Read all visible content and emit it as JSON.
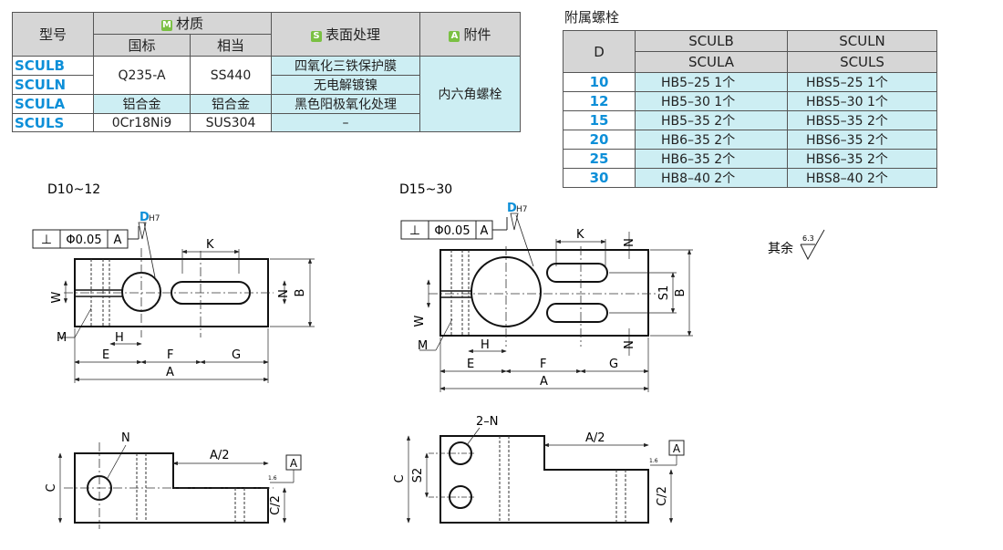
{
  "material_table": {
    "headers": {
      "model": "型号",
      "material": "材质",
      "material_badge": "M",
      "standard": "国标",
      "equivalent": "相当",
      "surface": "表面处理",
      "surface_badge": "S",
      "accessory": "附件",
      "accessory_badge": "A"
    },
    "rows": [
      {
        "model": "SCULB",
        "standard": "Q235-A",
        "equivalent": "SS440",
        "surface": "四氧化三铁保护膜"
      },
      {
        "model": "SCULN",
        "surface": "无电解镀镍"
      },
      {
        "model": "SCULA",
        "standard": "铝合金",
        "equivalent": "铝合金",
        "surface": "黑色阳极氧化处理"
      },
      {
        "model": "SCULS",
        "standard": "0Cr18Ni9",
        "equivalent": "SUS304",
        "surface": "–"
      }
    ],
    "accessory_value": "内六角螺栓"
  },
  "bolt_table": {
    "title": "附属螺栓",
    "header_d": "D",
    "col1_top": "SCULB",
    "col1_bottom": "SCULA",
    "col2_top": "SCULN",
    "col2_bottom": "SCULS",
    "rows": [
      {
        "d": "10",
        "c1": "HB5–25   1个",
        "c2": "HBS5–25   1个"
      },
      {
        "d": "12",
        "c1": "HB5–30   1个",
        "c2": "HBS5–30   1个"
      },
      {
        "d": "15",
        "c1": "HB5–35  2个",
        "c2": "HBS5–35  2个"
      },
      {
        "d": "20",
        "c1": "HB6–35  2个",
        "c2": "HBS6–35  2个"
      },
      {
        "d": "25",
        "c1": "HB6–35  2个",
        "c2": "HBS6–35  2个"
      },
      {
        "d": "30",
        "c1": "HB8–40  2个",
        "c2": "HBS8–40  2个"
      }
    ]
  },
  "drawing_left": {
    "title": "D10~12",
    "tol_symbol": "⊥",
    "tol_value": "Φ0.05",
    "tol_datum": "A",
    "d_label": "D",
    "d_fit": "H7",
    "labels": {
      "K": "K",
      "W": "W",
      "N": "N",
      "B": "B",
      "M": "M",
      "H": "H",
      "E": "E",
      "F": "F",
      "G": "G",
      "A": "A"
    },
    "side": {
      "N": "N",
      "A2": "A/2",
      "C": "C",
      "C2": "C/2",
      "datum": "A",
      "rough": "1.6"
    }
  },
  "drawing_right": {
    "title": "D15~30",
    "tol_symbol": "⊥",
    "tol_value": "Φ0.05",
    "tol_datum": "A",
    "d_label": "D",
    "d_fit": "H7",
    "labels": {
      "K": "K",
      "N1": "N",
      "N2": "N",
      "S1": "S1",
      "B": "B",
      "W": "W",
      "M": "M",
      "H": "H",
      "E": "E",
      "F": "F",
      "G": "G",
      "A": "A"
    },
    "side": {
      "N2": "2–N",
      "A2": "A/2",
      "C": "C",
      "S2": "S2",
      "C2": "C/2",
      "datum": "A",
      "rough": "1.6"
    }
  },
  "surface_note": {
    "text": "其余",
    "roughness": "6.3"
  }
}
